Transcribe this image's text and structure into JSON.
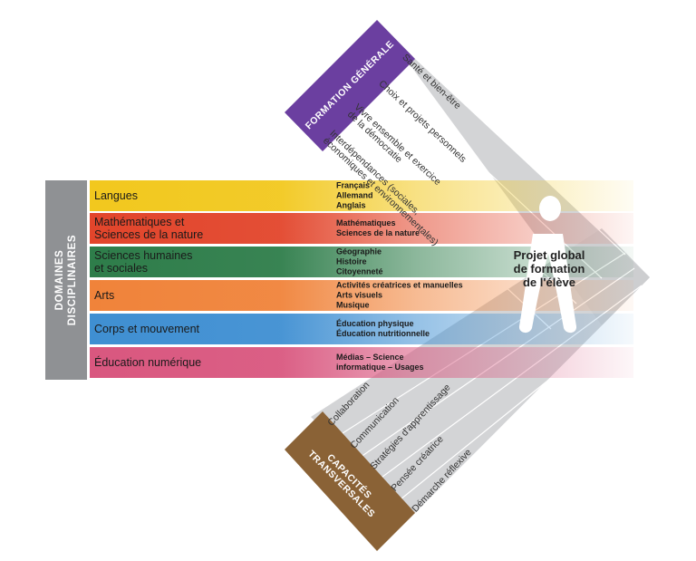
{
  "diagram": {
    "disciplinary_domains_label": "DOMAINES\nDISCIPLINAIRES",
    "general_education_label": "FORMATION GÉNÉRALE",
    "transversal_skills_label": "CAPACITÉS\nTRANSVERSALES",
    "center_label": "Projet global\nde formation\nde l'élève",
    "domains": [
      {
        "name": "Langues",
        "subjects": "Français\nAllemand\nAnglais",
        "color": "#f2c81e"
      },
      {
        "name": "Mathématiques et\nSciences de la nature",
        "subjects": "Mathématiques\nSciences de la nature",
        "color": "#e2452b"
      },
      {
        "name": "Sciences humaines\net sociales",
        "subjects": "Géographie\nHistoire\nCitoyenneté",
        "color": "#2e7d4a"
      },
      {
        "name": "Arts",
        "subjects": "Activités créatrices et manuelles\nArts visuels\nMusique",
        "color": "#f0833a"
      },
      {
        "name": "Corps et mouvement",
        "subjects": "Éducation physique\nÉducation nutritionnelle",
        "color": "#3f8fd2"
      },
      {
        "name": "Éducation numérique",
        "subjects": "Médias – Science\ninformatique – Usages",
        "color": "#d9577f"
      }
    ],
    "general_education_themes": [
      "Santé et bien-être",
      "Choix et projets personnels",
      "Vivre ensemble et exercice\nde la démocratie",
      "Interdépendances (sociales,\néconomiques et environnementales)"
    ],
    "transversal_skills": [
      "Collaboration",
      "Communication",
      "Stratégies d'apprentissage",
      "Pensée créatrice",
      "Démarche réflexive"
    ],
    "colors": {
      "general_education": "#6b3fa0",
      "transversal_skills": "#8a6236",
      "grey_band": "#c9cacc",
      "domain_label_bg": "#8f9194"
    }
  }
}
